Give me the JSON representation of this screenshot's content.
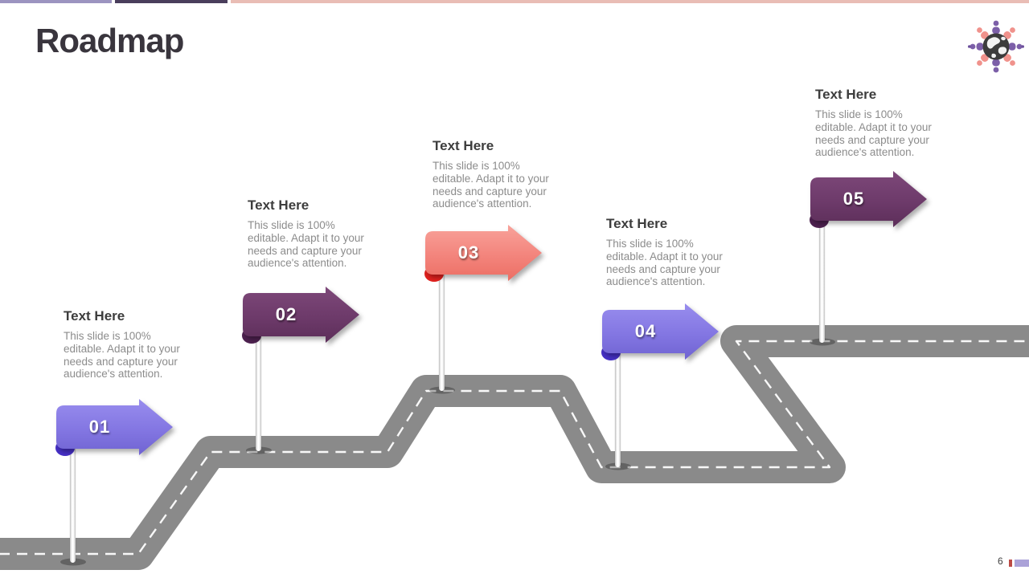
{
  "slide": {
    "title": "Roadmap",
    "page_number": "6",
    "top_bar_colors": [
      "#9C94C0",
      "#4A3E5C",
      "#E9BDB5"
    ],
    "road_color": "#8A8A8A",
    "road_dash_color": "#F8F8F8"
  },
  "logo": {
    "description": "globe surrounded by people",
    "globe_color": "#3C3C3C",
    "person_colors": [
      "#7C5FA8",
      "#F0928C"
    ]
  },
  "milestones": [
    {
      "number": "01",
      "heading": "Text Here",
      "desc_lines": [
        "This slide is 100%",
        "editable. Adapt it to your",
        "needs and capture your",
        "audience's attention."
      ],
      "sign_color": "#8376E2",
      "curl_color": "#4630C6"
    },
    {
      "number": "02",
      "heading": "Text Here",
      "desc_lines": [
        "This slide is 100%",
        "editable. Adapt it to your",
        "needs and capture your",
        "audience's attention."
      ],
      "sign_color": "#6D3A6A",
      "curl_color": "#4E2150"
    },
    {
      "number": "03",
      "heading": "Text Here",
      "desc_lines": [
        "This slide is 100%",
        "editable. Adapt it to your",
        "needs and capture your",
        "audience's attention."
      ],
      "sign_color": "#F3847C",
      "curl_color": "#E2211E"
    },
    {
      "number": "04",
      "heading": "Text Here",
      "desc_lines": [
        "This slide is 100%",
        "editable. Adapt it to your",
        "needs and capture your",
        "audience's attention."
      ],
      "sign_color": "#8376E2",
      "curl_color": "#4630C6"
    },
    {
      "number": "05",
      "heading": "Text Here",
      "desc_lines": [
        "This slide is 100%",
        "editable. Adapt it to your",
        "needs and capture your",
        "audience's attention."
      ],
      "sign_color": "#6D3A6A",
      "curl_color": "#4E2150"
    }
  ]
}
